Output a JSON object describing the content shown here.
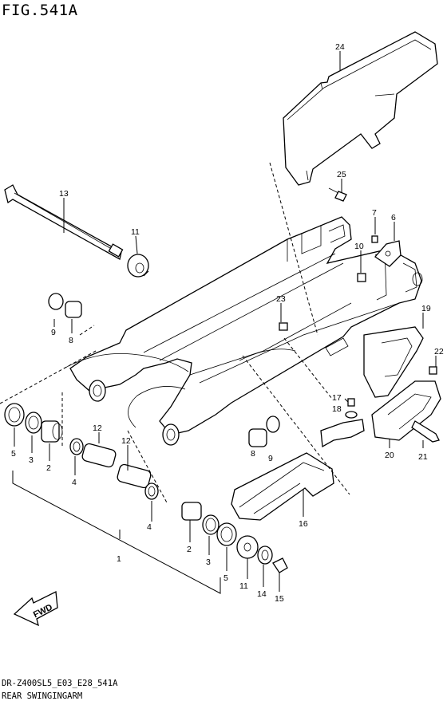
{
  "figure": {
    "title": "FIG.541A",
    "model_code": "DR-Z400SL5_E03_E28_541A",
    "caption": "REAR SWINGINGARM",
    "fwd_label": "FWD"
  },
  "callouts": [
    {
      "key": "c24",
      "num": "24"
    },
    {
      "key": "c25",
      "num": "25"
    },
    {
      "key": "c13",
      "num": "13"
    },
    {
      "key": "c11",
      "num": "11"
    },
    {
      "key": "c7",
      "num": "7"
    },
    {
      "key": "c6",
      "num": "6"
    },
    {
      "key": "c10",
      "num": "10"
    },
    {
      "key": "c23",
      "num": "23"
    },
    {
      "key": "c19",
      "num": "19"
    },
    {
      "key": "c22",
      "num": "22"
    },
    {
      "key": "c9a",
      "num": "9"
    },
    {
      "key": "c8a",
      "num": "8"
    },
    {
      "key": "c17",
      "num": "17"
    },
    {
      "key": "c18",
      "num": "18"
    },
    {
      "key": "c20",
      "num": "20"
    },
    {
      "key": "c21",
      "num": "21"
    },
    {
      "key": "c5a",
      "num": "5"
    },
    {
      "key": "c3a",
      "num": "3"
    },
    {
      "key": "c2a",
      "num": "2"
    },
    {
      "key": "c4a",
      "num": "4"
    },
    {
      "key": "c12a",
      "num": "12"
    },
    {
      "key": "c12b",
      "num": "12"
    },
    {
      "key": "c8b",
      "num": "8"
    },
    {
      "key": "c9b",
      "num": "9"
    },
    {
      "key": "c16",
      "num": "16"
    },
    {
      "key": "c4b",
      "num": "4"
    },
    {
      "key": "c1",
      "num": "1"
    },
    {
      "key": "c2b",
      "num": "2"
    },
    {
      "key": "c3b",
      "num": "3"
    },
    {
      "key": "c5b",
      "num": "5"
    },
    {
      "key": "c11b",
      "num": "11"
    },
    {
      "key": "c14",
      "num": "14"
    },
    {
      "key": "c15",
      "num": "15"
    }
  ]
}
